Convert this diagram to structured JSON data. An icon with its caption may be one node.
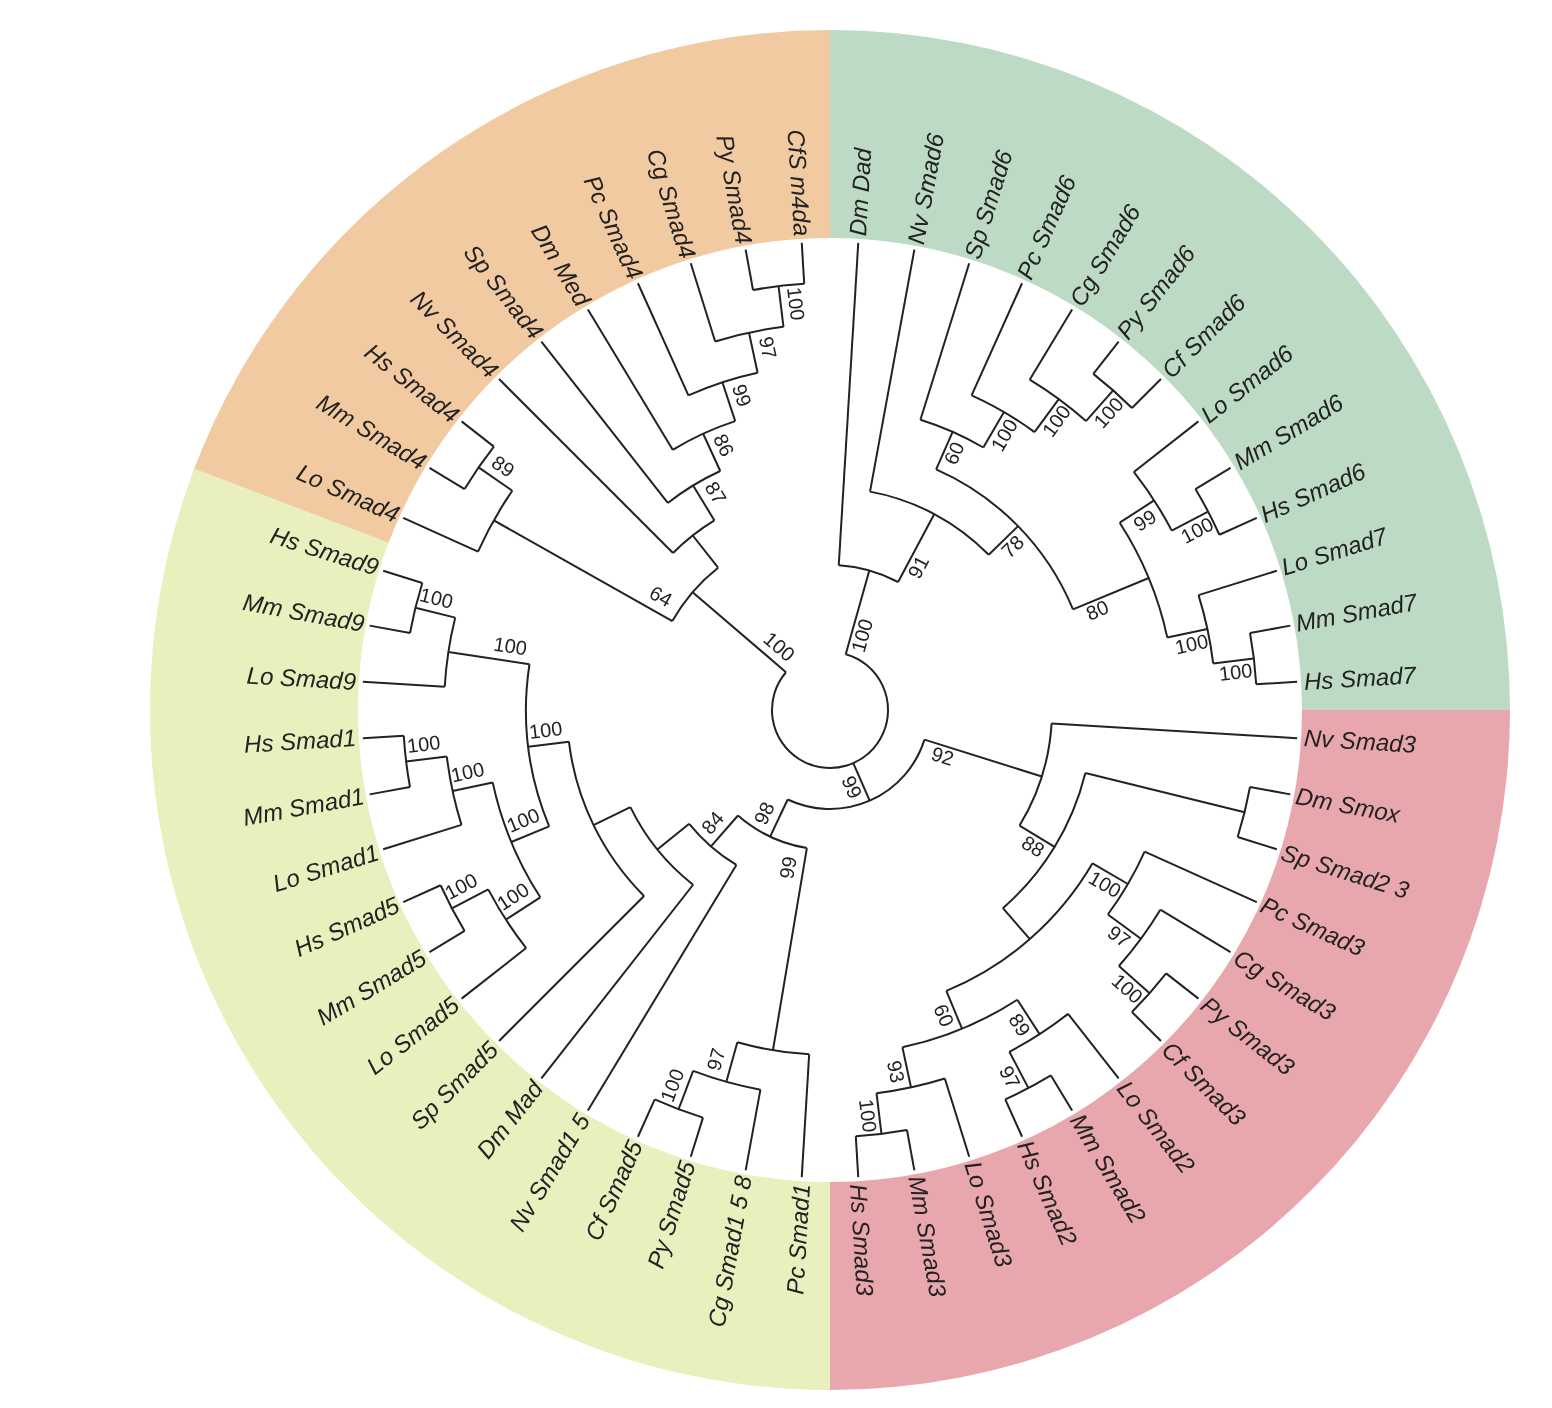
{
  "diagram": {
    "nodes": [
      {
        "text": [],
        "shape": "arc"
      },
      {
        "text": [],
        "shape": "arc"
      },
      {
        "text": [
          "Dm Dad"
        ]
      },
      {
        "text": [],
        "shape": "arc"
      },
      {
        "text": [
          "Nv Smad6"
        ]
      },
      {
        "text": [],
        "shape": "arc"
      },
      {
        "text": [],
        "shape": "arc"
      },
      {
        "text": [
          "Sp Smad6"
        ]
      },
      {
        "text": [],
        "shape": "arc"
      },
      {
        "text": [
          "Pc Smad6"
        ]
      },
      {
        "text": [],
        "shape": "arc"
      },
      {
        "text": [
          "Cg Smad6"
        ]
      },
      {
        "text": [],
        "shape": "arc"
      },
      {
        "text": [
          "Py Smad6"
        ]
      },
      {
        "text": [
          "Cf Smad6"
        ]
      },
      {
        "text": [],
        "shape": "arc"
      },
      {
        "text": [],
        "shape": "arc"
      },
      {
        "text": [
          "Lo Smad6"
        ]
      },
      {
        "text": [],
        "shape": "arc"
      },
      {
        "text": [
          "Mm Smad6"
        ]
      },
      {
        "text": [
          "Hs Smad6"
        ]
      },
      {
        "text": [],
        "shape": "arc"
      },
      {
        "text": [
          "Lo Smad7"
        ]
      },
      {
        "text": [],
        "shape": "arc"
      },
      {
        "text": [
          "Mm Smad7"
        ]
      },
      {
        "text": [
          "Hs Smad7"
        ]
      },
      {
        "text": [],
        "shape": "arc"
      },
      {
        "text": [],
        "shape": "arc"
      },
      {
        "text": [
          "Nv Smad3"
        ]
      },
      {
        "text": [],
        "shape": "arc"
      },
      {
        "text": [],
        "shape": "arc"
      },
      {
        "text": [
          "Dm Smox"
        ]
      },
      {
        "text": [
          "Sp Smad2 3"
        ]
      },
      {
        "text": [],
        "shape": "arc"
      },
      {
        "text": [],
        "shape": "arc"
      },
      {
        "text": [
          "Pc Smad3"
        ]
      },
      {
        "text": [],
        "shape": "arc"
      },
      {
        "text": [
          "Cg Smad3"
        ]
      },
      {
        "text": [],
        "shape": "arc"
      },
      {
        "text": [
          "Py Smad3"
        ]
      },
      {
        "text": [
          "Cf Smad3"
        ]
      },
      {
        "text": [],
        "shape": "arc"
      },
      {
        "text": [],
        "shape": "arc"
      },
      {
        "text": [
          "Lo Smad2"
        ]
      },
      {
        "text": [],
        "shape": "arc"
      },
      {
        "text": [
          "Mm Smad2"
        ]
      },
      {
        "text": [
          "Hs Smad2"
        ]
      },
      {
        "text": [],
        "shape": "arc"
      },
      {
        "text": [
          "Lo Smad3"
        ]
      },
      {
        "text": [],
        "shape": "arc"
      },
      {
        "text": [
          "Mm Smad3"
        ]
      },
      {
        "text": [
          "Hs Smad3"
        ]
      },
      {
        "text": [],
        "shape": "arc"
      },
      {
        "text": [],
        "shape": "arc"
      },
      {
        "text": [
          "Pc Smad1"
        ]
      },
      {
        "text": [],
        "shape": "arc"
      },
      {
        "text": [
          "Cg Smad1 5 8"
        ]
      },
      {
        "text": [],
        "shape": "arc"
      },
      {
        "text": [
          "Py Smad5"
        ]
      },
      {
        "text": [
          "Cf Smad5"
        ]
      },
      {
        "text": [],
        "shape": "arc"
      },
      {
        "text": [
          "Nv Smad1 5"
        ]
      },
      {
        "text": [],
        "shape": "arc"
      },
      {
        "text": [
          "Dm Mad"
        ]
      },
      {
        "text": [],
        "shape": "arc"
      },
      {
        "text": [
          "Sp Smad5"
        ]
      },
      {
        "text": [],
        "shape": "arc"
      },
      {
        "text": [],
        "shape": "arc"
      },
      {
        "text": [],
        "shape": "arc"
      },
      {
        "text": [
          "Lo Smad5"
        ]
      },
      {
        "text": [],
        "shape": "arc"
      },
      {
        "text": [
          "Mm Smad5"
        ]
      },
      {
        "text": [
          "Hs Smad5"
        ]
      },
      {
        "text": [],
        "shape": "arc"
      },
      {
        "text": [
          "Lo Smad1"
        ]
      },
      {
        "text": [],
        "shape": "arc"
      },
      {
        "text": [
          "Mm Smad1"
        ]
      },
      {
        "text": [
          "Hs Smad1"
        ]
      },
      {
        "text": [],
        "shape": "arc"
      },
      {
        "text": [
          "Lo Smad9"
        ]
      },
      {
        "text": [],
        "shape": "arc"
      },
      {
        "text": [
          "Mm Smad9"
        ]
      },
      {
        "text": [
          "Hs Smad9"
        ]
      },
      {
        "text": [],
        "shape": "arc"
      },
      {
        "text": [],
        "shape": "arc"
      },
      {
        "text": [
          "Lo Smad4"
        ]
      },
      {
        "text": [],
        "shape": "arc"
      },
      {
        "text": [
          "Mm Smad4"
        ]
      },
      {
        "text": [
          "Hs Smad4"
        ]
      },
      {
        "text": [],
        "shape": "arc"
      },
      {
        "text": [
          "Nv Smad4"
        ]
      },
      {
        "text": [],
        "shape": "arc"
      },
      {
        "text": [
          "Sp Smad4"
        ]
      },
      {
        "text": [],
        "shape": "arc"
      },
      {
        "text": [
          "Dm Med"
        ]
      },
      {
        "text": [],
        "shape": "arc"
      },
      {
        "text": [
          "Pc Smad4"
        ]
      },
      {
        "text": [],
        "shape": "arc"
      },
      {
        "text": [
          "Cg Smad4"
        ]
      },
      {
        "text": [],
        "shape": "arc"
      },
      {
        "text": [
          "Py Smad4"
        ]
      },
      {
        "text": [
          "CfS m4da"
        ]
      }
    ],
    "edges": [
      {
        "from": 0,
        "to": 1,
        "arrow": "none",
        "label": "100"
      },
      {
        "from": 1,
        "to": 2,
        "arrow": "none"
      },
      {
        "from": 1,
        "to": 3,
        "arrow": "none",
        "label": "91"
      },
      {
        "from": 3,
        "to": 4,
        "arrow": "none"
      },
      {
        "from": 3,
        "to": 5,
        "arrow": "none",
        "label": "78"
      },
      {
        "from": 5,
        "to": 6,
        "arrow": "none",
        "label": "60"
      },
      {
        "from": 6,
        "to": 7,
        "arrow": "none"
      },
      {
        "from": 6,
        "to": 8,
        "arrow": "none",
        "label": "100"
      },
      {
        "from": 8,
        "to": 9,
        "arrow": "none"
      },
      {
        "from": 8,
        "to": 10,
        "arrow": "none",
        "label": "100"
      },
      {
        "from": 10,
        "to": 11,
        "arrow": "none"
      },
      {
        "from": 10,
        "to": 12,
        "arrow": "none",
        "label": "100"
      },
      {
        "from": 12,
        "to": 13,
        "arrow": "none"
      },
      {
        "from": 12,
        "to": 14,
        "arrow": "none"
      },
      {
        "from": 5,
        "to": 15,
        "arrow": "none",
        "label": "80"
      },
      {
        "from": 15,
        "to": 16,
        "arrow": "none",
        "label": "99"
      },
      {
        "from": 16,
        "to": 17,
        "arrow": "none"
      },
      {
        "from": 16,
        "to": 18,
        "arrow": "none",
        "label": "100"
      },
      {
        "from": 18,
        "to": 19,
        "arrow": "none"
      },
      {
        "from": 18,
        "to": 20,
        "arrow": "none"
      },
      {
        "from": 15,
        "to": 21,
        "arrow": "none",
        "label": "100"
      },
      {
        "from": 21,
        "to": 22,
        "arrow": "none"
      },
      {
        "from": 21,
        "to": 23,
        "arrow": "none",
        "label": "100"
      },
      {
        "from": 23,
        "to": 24,
        "arrow": "none"
      },
      {
        "from": 23,
        "to": 25,
        "arrow": "none"
      },
      {
        "from": 0,
        "to": 26,
        "arrow": "none",
        "label": "99"
      },
      {
        "from": 26,
        "to": 27,
        "arrow": "none",
        "label": "92"
      },
      {
        "from": 27,
        "to": 28,
        "arrow": "none"
      },
      {
        "from": 27,
        "to": 29,
        "arrow": "none",
        "label": "88"
      },
      {
        "from": 29,
        "to": 30,
        "arrow": "none"
      },
      {
        "from": 30,
        "to": 31,
        "arrow": "none"
      },
      {
        "from": 30,
        "to": 32,
        "arrow": "none"
      },
      {
        "from": 29,
        "to": 33,
        "arrow": "none"
      },
      {
        "from": 33,
        "to": 34,
        "arrow": "none",
        "label": "100"
      },
      {
        "from": 34,
        "to": 35,
        "arrow": "none"
      },
      {
        "from": 34,
        "to": 36,
        "arrow": "none",
        "label": "97"
      },
      {
        "from": 36,
        "to": 37,
        "arrow": "none"
      },
      {
        "from": 36,
        "to": 38,
        "arrow": "none",
        "label": "100"
      },
      {
        "from": 38,
        "to": 39,
        "arrow": "none"
      },
      {
        "from": 38,
        "to": 40,
        "arrow": "none"
      },
      {
        "from": 33,
        "to": 41,
        "arrow": "none",
        "label": "60"
      },
      {
        "from": 41,
        "to": 42,
        "arrow": "none",
        "label": "89"
      },
      {
        "from": 42,
        "to": 43,
        "arrow": "none"
      },
      {
        "from": 42,
        "to": 44,
        "arrow": "none",
        "label": "97"
      },
      {
        "from": 44,
        "to": 45,
        "arrow": "none"
      },
      {
        "from": 44,
        "to": 46,
        "arrow": "none"
      },
      {
        "from": 41,
        "to": 47,
        "arrow": "none",
        "label": "93"
      },
      {
        "from": 47,
        "to": 48,
        "arrow": "none"
      },
      {
        "from": 47,
        "to": 49,
        "arrow": "none",
        "label": "100"
      },
      {
        "from": 49,
        "to": 50,
        "arrow": "none"
      },
      {
        "from": 49,
        "to": 51,
        "arrow": "none"
      },
      {
        "from": 26,
        "to": 52,
        "arrow": "none",
        "label": "98"
      },
      {
        "from": 52,
        "to": 53,
        "arrow": "none",
        "label": "99"
      },
      {
        "from": 53,
        "to": 54,
        "arrow": "none"
      },
      {
        "from": 53,
        "to": 55,
        "arrow": "none",
        "label": "97"
      },
      {
        "from": 55,
        "to": 56,
        "arrow": "none"
      },
      {
        "from": 55,
        "to": 57,
        "arrow": "none",
        "label": "100"
      },
      {
        "from": 57,
        "to": 58,
        "arrow": "none"
      },
      {
        "from": 57,
        "to": 59,
        "arrow": "none"
      },
      {
        "from": 52,
        "to": 60,
        "arrow": "none",
        "label": "84"
      },
      {
        "from": 60,
        "to": 61,
        "arrow": "none"
      },
      {
        "from": 60,
        "to": 62,
        "arrow": "none"
      },
      {
        "from": 62,
        "to": 63,
        "arrow": "none"
      },
      {
        "from": 62,
        "to": 64,
        "arrow": "none"
      },
      {
        "from": 64,
        "to": 65,
        "arrow": "none"
      },
      {
        "from": 64,
        "to": 66,
        "arrow": "none",
        "label": "100"
      },
      {
        "from": 66,
        "to": 67,
        "arrow": "none",
        "label": "100"
      },
      {
        "from": 67,
        "to": 68,
        "arrow": "none",
        "label": "100"
      },
      {
        "from": 68,
        "to": 69,
        "arrow": "none"
      },
      {
        "from": 68,
        "to": 70,
        "arrow": "none",
        "label": "100"
      },
      {
        "from": 70,
        "to": 71,
        "arrow": "none"
      },
      {
        "from": 70,
        "to": 72,
        "arrow": "none"
      },
      {
        "from": 67,
        "to": 73,
        "arrow": "none",
        "label": "100"
      },
      {
        "from": 73,
        "to": 74,
        "arrow": "none"
      },
      {
        "from": 73,
        "to": 75,
        "arrow": "none",
        "label": "100"
      },
      {
        "from": 75,
        "to": 76,
        "arrow": "none"
      },
      {
        "from": 75,
        "to": 77,
        "arrow": "none"
      },
      {
        "from": 66,
        "to": 78,
        "arrow": "none",
        "label": "100"
      },
      {
        "from": 78,
        "to": 79,
        "arrow": "none"
      },
      {
        "from": 78,
        "to": 80,
        "arrow": "none",
        "label": "100"
      },
      {
        "from": 80,
        "to": 81,
        "arrow": "none"
      },
      {
        "from": 80,
        "to": 82,
        "arrow": "none"
      },
      {
        "from": 0,
        "to": 83,
        "arrow": "none",
        "label": "100"
      },
      {
        "from": 83,
        "to": 84,
        "arrow": "none",
        "label": "64"
      },
      {
        "from": 84,
        "to": 85,
        "arrow": "none"
      },
      {
        "from": 84,
        "to": 86,
        "arrow": "none",
        "label": "89"
      },
      {
        "from": 86,
        "to": 87,
        "arrow": "none"
      },
      {
        "from": 86,
        "to": 88,
        "arrow": "none"
      },
      {
        "from": 83,
        "to": 89,
        "arrow": "none"
      },
      {
        "from": 89,
        "to": 90,
        "arrow": "none"
      },
      {
        "from": 89,
        "to": 91,
        "arrow": "none",
        "label": "87"
      },
      {
        "from": 91,
        "to": 92,
        "arrow": "none"
      },
      {
        "from": 91,
        "to": 93,
        "arrow": "none",
        "label": "86"
      },
      {
        "from": 93,
        "to": 94,
        "arrow": "none"
      },
      {
        "from": 93,
        "to": 95,
        "arrow": "none",
        "label": "99"
      },
      {
        "from": 95,
        "to": 96,
        "arrow": "none"
      },
      {
        "from": 95,
        "to": 97,
        "arrow": "none",
        "label": "97"
      },
      {
        "from": 97,
        "to": 98,
        "arrow": "none"
      },
      {
        "from": 97,
        "to": 99,
        "arrow": "none",
        "label": "100"
      },
      {
        "from": 99,
        "to": 100,
        "arrow": "none"
      },
      {
        "from": 99,
        "to": 101,
        "arrow": "none"
      }
    ]
  }
}
